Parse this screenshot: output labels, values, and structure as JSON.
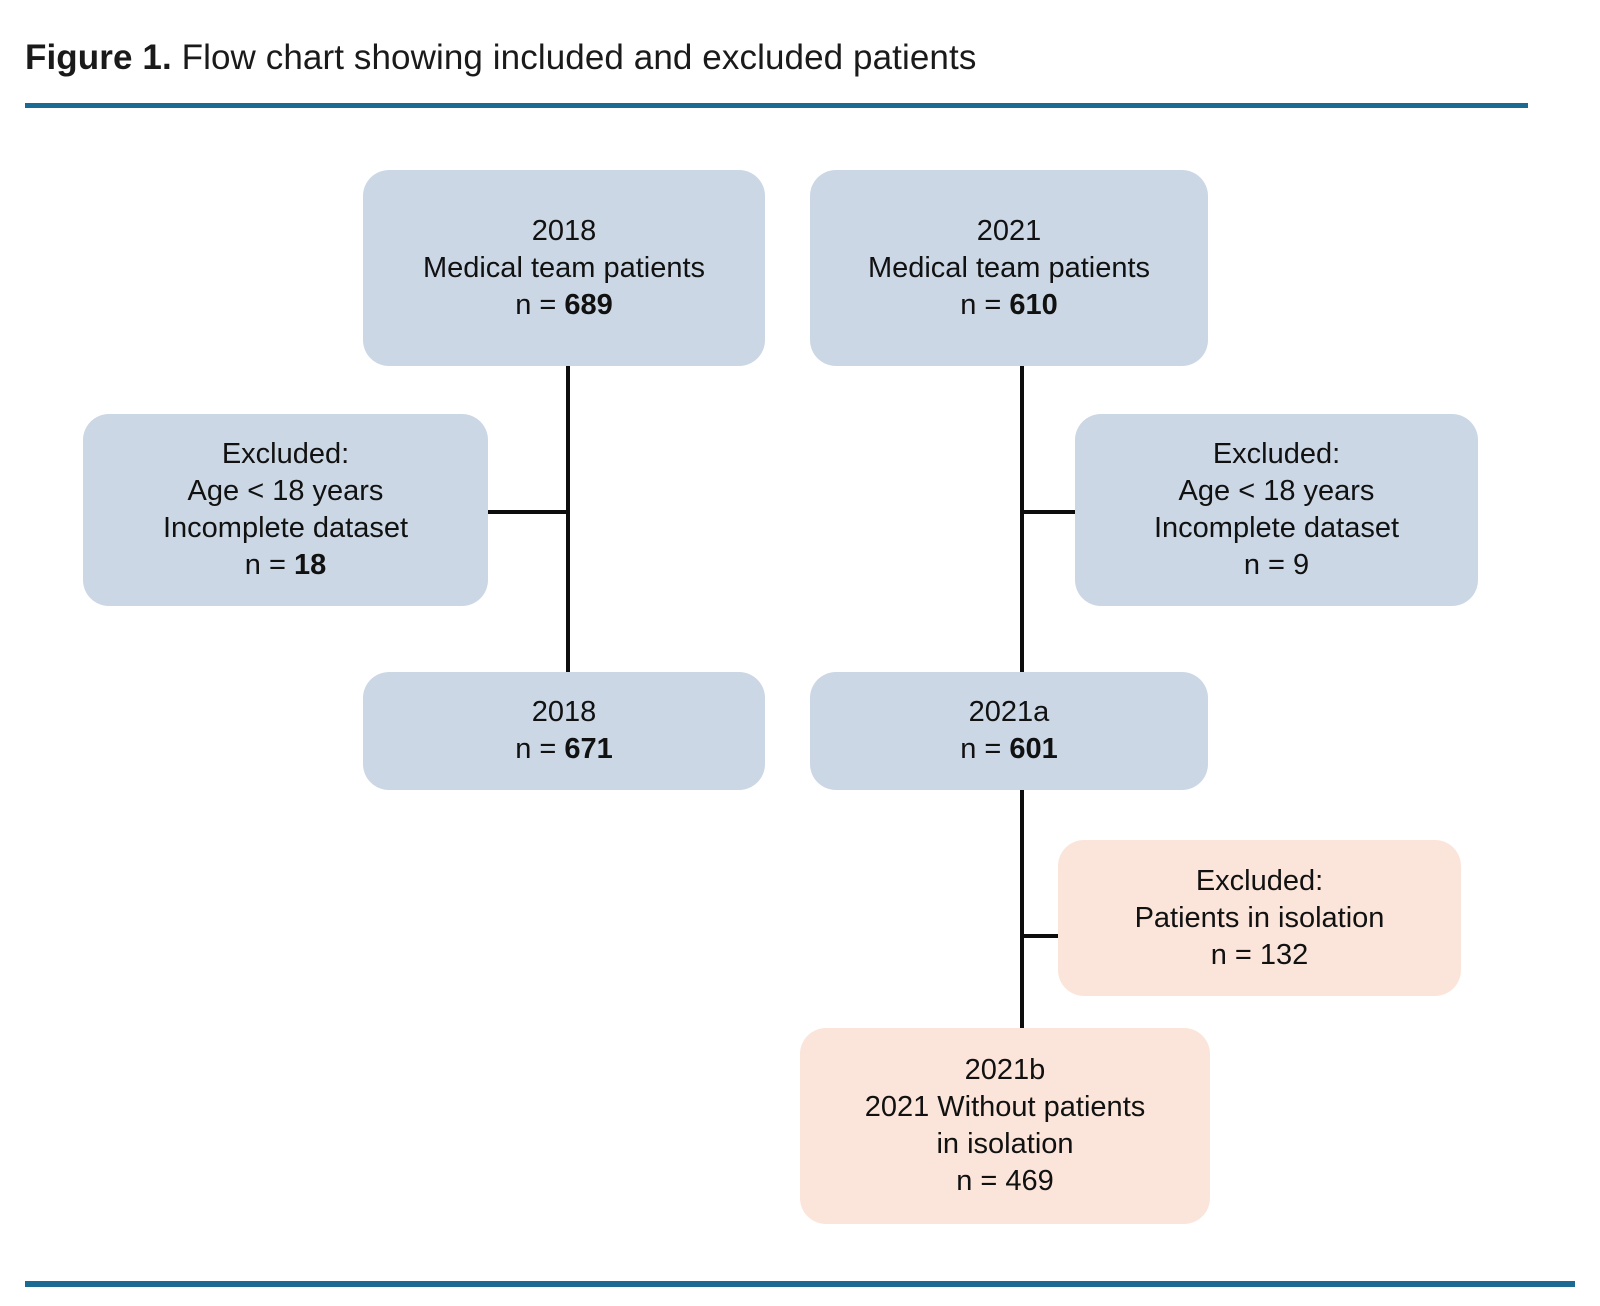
{
  "figure": {
    "label": "Figure 1.",
    "caption": "Flow chart showing included and excluded patients",
    "rule_color": "#1b6a94"
  },
  "palette": {
    "included_box": "#cbd7e4",
    "excluded_isolation_box": "#fbe5da",
    "connector": "#0d0d0d",
    "text": "#111111"
  },
  "chart_data": {
    "type": "diagram",
    "title": "Flow chart showing included and excluded patients",
    "nodes": [
      {
        "id": "cohort-2018",
        "kind": "included",
        "color": "#cbd7e4",
        "lines": [
          "2018",
          "Medical team patients"
        ],
        "count_label": "n = ",
        "count": "689",
        "count_bold": true
      },
      {
        "id": "cohort-2021",
        "kind": "included",
        "color": "#cbd7e4",
        "lines": [
          "2021",
          "Medical team patients"
        ],
        "count_label": "n = ",
        "count": "610",
        "count_bold": true
      },
      {
        "id": "excluded-2018",
        "kind": "excluded",
        "color": "#cbd7e4",
        "lines": [
          "Excluded:",
          "Age < 18 years",
          "Incomplete dataset"
        ],
        "count_label": "n = ",
        "count": "18",
        "count_bold": true
      },
      {
        "id": "excluded-2021",
        "kind": "excluded",
        "color": "#cbd7e4",
        "lines": [
          "Excluded:",
          "Age < 18 years",
          "Incomplete dataset"
        ],
        "count_label": "n = ",
        "count": "9",
        "count_bold": false
      },
      {
        "id": "included-2018",
        "kind": "included",
        "color": "#cbd7e4",
        "lines": [
          "2018"
        ],
        "count_label": "n = ",
        "count": "671",
        "count_bold": true
      },
      {
        "id": "included-2021a",
        "kind": "included",
        "color": "#cbd7e4",
        "lines": [
          "2021a"
        ],
        "count_label": "n = ",
        "count": "601",
        "count_bold": true
      },
      {
        "id": "excluded-isolation",
        "kind": "excluded",
        "color": "#fbe5da",
        "lines": [
          "Excluded:",
          "Patients in isolation"
        ],
        "count_label": "n = ",
        "count": "132",
        "count_bold": false
      },
      {
        "id": "included-2021b",
        "kind": "included",
        "color": "#fbe5da",
        "lines": [
          "2021b",
          "2021 Without patients",
          "in isolation"
        ],
        "count_label": "n = ",
        "count": "469",
        "count_bold": false
      }
    ],
    "edges": [
      {
        "from": "cohort-2018",
        "to": "included-2018"
      },
      {
        "from": "cohort-2018",
        "to": "excluded-2018"
      },
      {
        "from": "cohort-2021",
        "to": "included-2021a"
      },
      {
        "from": "cohort-2021",
        "to": "excluded-2021"
      },
      {
        "from": "included-2021a",
        "to": "included-2021b"
      },
      {
        "from": "included-2021a",
        "to": "excluded-isolation"
      }
    ]
  },
  "boxes": {
    "cohort_2018": {
      "l1": "2018",
      "l2": "Medical team patients",
      "n_prefix": "n = ",
      "n_value": "689"
    },
    "cohort_2021": {
      "l1": "2021",
      "l2": "Medical team patients",
      "n_prefix": "n = ",
      "n_value": "610"
    },
    "excluded_2018": {
      "l1": "Excluded:",
      "l2": "Age < 18 years",
      "l3": "Incomplete dataset",
      "n_prefix": "n = ",
      "n_value": "18"
    },
    "excluded_2021": {
      "l1": "Excluded:",
      "l2": "Age < 18 years",
      "l3": "Incomplete dataset",
      "n_prefix": "n = ",
      "n_value": "9"
    },
    "included_2018": {
      "l1": "2018",
      "n_prefix": "n = ",
      "n_value": "671"
    },
    "included_2021a": {
      "l1": "2021a",
      "n_prefix": "n = ",
      "n_value": "601"
    },
    "excluded_isolation": {
      "l1": "Excluded:",
      "l2": "Patients in isolation",
      "n_prefix": "n = ",
      "n_value": "132"
    },
    "included_2021b": {
      "l1": "2021b",
      "l2": "2021 Without patients",
      "l3": "in isolation",
      "n_prefix": "n = ",
      "n_value": "469"
    }
  }
}
